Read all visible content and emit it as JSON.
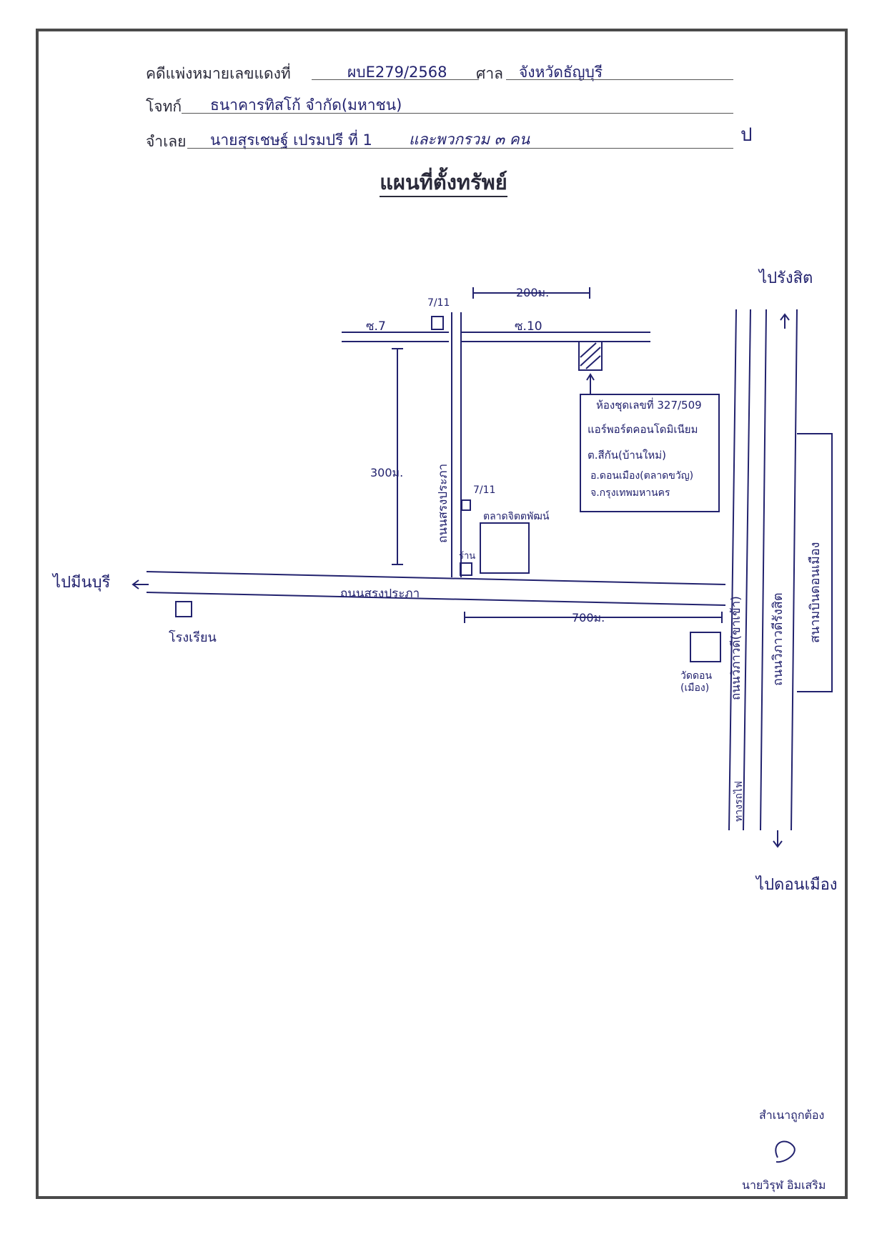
{
  "header": {
    "case_label": "คดีแพ่งหมายเลขแดงที่",
    "case_number": "ผบE279/2568",
    "court_label": "ศาล",
    "court_name": "จังหวัดธัญบุรี",
    "plaintiff_label": "โจทก์",
    "plaintiff_name": "ธนาคารทิสโก้ จำกัด(มหาชน)",
    "defendant_label": "จำเลย",
    "defendant_name": "นายสุรเชษฐ์ เปรมปรี ที่ 1",
    "defendant_note": "และพวกรวม ๓ คน",
    "initial_mark": "ป"
  },
  "title": "แผนที่ตั้งทรัพย์",
  "map": {
    "to_rangsit": "ไปรังสิต",
    "to_don_mueang": "ไปดอนเมือง",
    "to_min_buri": "ไปมีนบุรี",
    "soi7": "ซ.7",
    "soi10": "ซ.10",
    "dist_200": "200ม.",
    "dist_300": "300ม.",
    "dist_700": "700ม.",
    "seven_eleven_top": "7/11",
    "seven_eleven_mid": "7/11",
    "road_vertical_inner": "ถนนสรงประภา",
    "road_main": "ถนนสรงประภา",
    "market": "ตลาดจิตตพัฒน์",
    "shop": "ร้าน",
    "school": "โรงเรียน",
    "temple": "วัดดอน\n(เมือง)",
    "road_vibhavadi": "ถนนวิภาวดีรังสิต",
    "road_vibhavadi_local": "ถนนวิภาวดี(ขาเข้า)",
    "railway": "ทางรถไฟ",
    "don_mueang_airport": "สนามบินดอนเมือง",
    "property_box": {
      "line1": "ห้องชุดเลขที่ 327/509",
      "line2": "แอร์พอร์ตคอนโดมิเนียม",
      "line3": "ต.สีกัน(บ้านใหม่)",
      "line4": "อ.ดอนเมือง(ตลาดขวัญ)",
      "line5": "จ.กรุงเทพมหานคร"
    }
  },
  "signature": {
    "certify": "สำเนาถูกต้อง",
    "name": "นายวิรุฬ อิมเสริม"
  }
}
